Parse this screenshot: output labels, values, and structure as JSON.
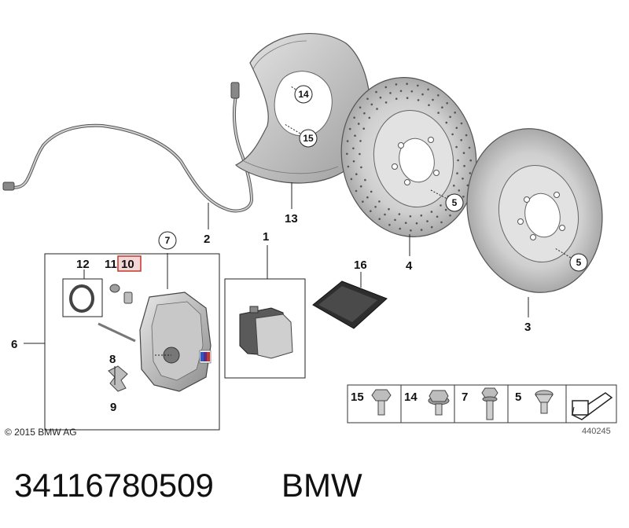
{
  "callouts": {
    "c1": "1",
    "c2": "2",
    "c3": "3",
    "c4": "4",
    "c5a": "5",
    "c5b": "5",
    "c6": "6",
    "c7": "7",
    "c8": "8",
    "c9": "9",
    "c10": "10",
    "c11": "11",
    "c12": "12",
    "c13": "13",
    "c14": "14",
    "c15": "15",
    "c16": "16"
  },
  "legend": {
    "items": [
      {
        "num": "15",
        "icon": "bolt-short-icon"
      },
      {
        "num": "14",
        "icon": "hex-bolt-icon"
      },
      {
        "num": "7",
        "icon": "long-bolt-icon"
      },
      {
        "num": "5",
        "icon": "countersunk-bolt-icon"
      }
    ],
    "arrow_icon": "direction-arrow-icon"
  },
  "copyright": "© 2015 BMW AG",
  "image_number": "440245",
  "part_number": "34116780509",
  "brand": "BMW",
  "colors": {
    "highlight": "#c0392b",
    "highlight_bg": "#f3d6d6",
    "line": "#111111",
    "part_fill": "#d9d9d9",
    "part_stroke": "#555555"
  }
}
